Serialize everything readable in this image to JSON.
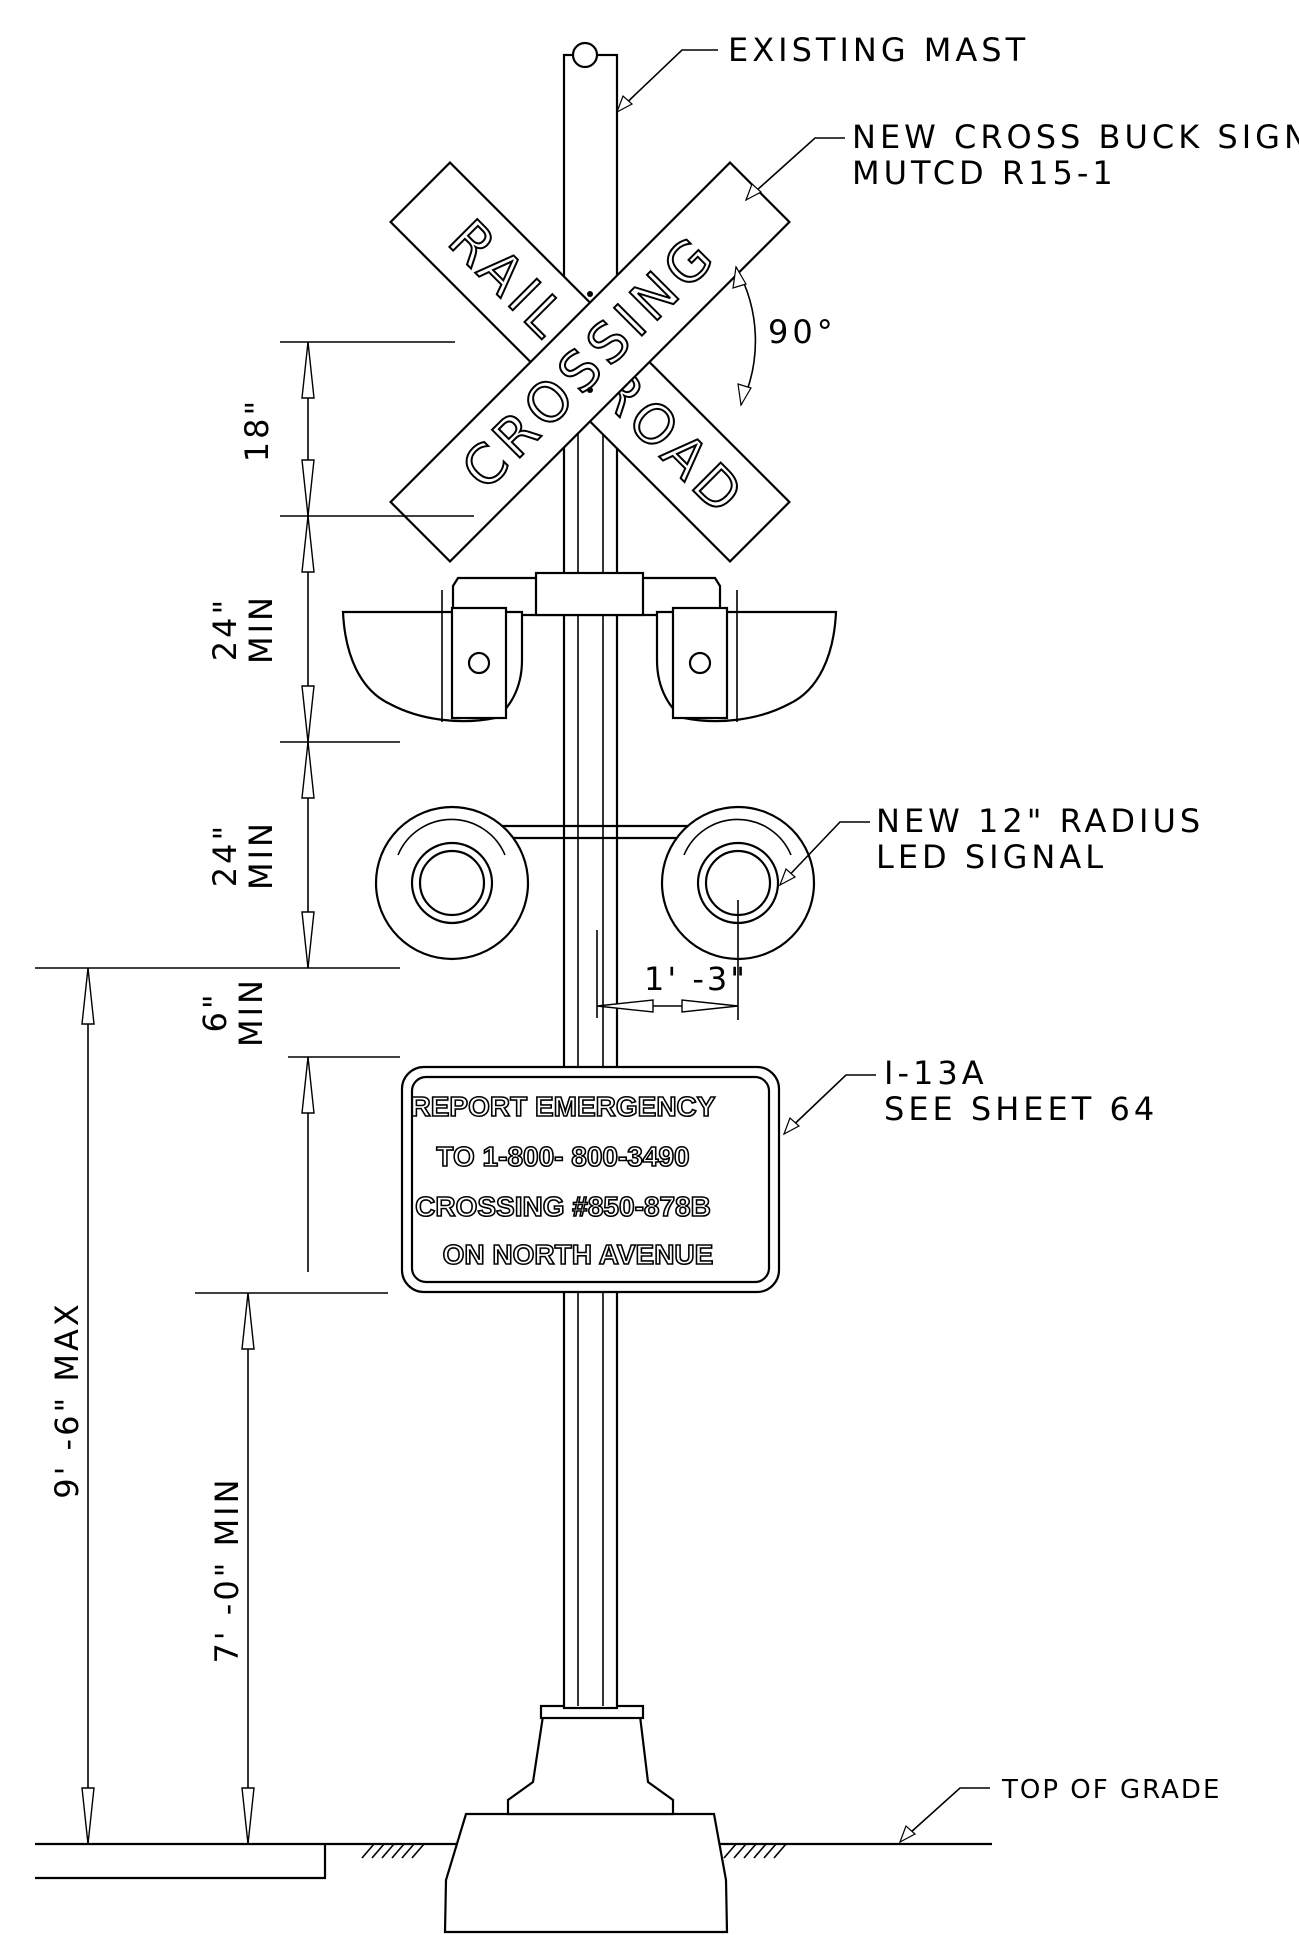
{
  "labels": {
    "existing_mast": "EXISTING MAST",
    "crossbuck_line1": "NEW CROSS BUCK SIGN",
    "crossbuck_line2": "MUTCD R15-1",
    "angle": "90°",
    "led_line1": "NEW 12\" RADIUS",
    "led_line2": "LED SIGNAL",
    "plaque_line1": "I-13A",
    "plaque_line2": "SEE SHEET 64",
    "top_of_grade": "TOP OF GRADE"
  },
  "crossbuck": {
    "rail": "RAIL",
    "road": "ROAD",
    "crossing": "CROSSING"
  },
  "plaque_text": [
    "REPORT EMERGENCY",
    "TO 1-800- 800-3490",
    "CROSSING #850-878B",
    "ON NORTH AVENUE"
  ],
  "dimensions": {
    "d18": "18\"",
    "d24a_top": "24\"",
    "d24a_bottom": "MIN",
    "d24b_top": "24\"",
    "d24b_bottom": "MIN",
    "d6_top": "6\"",
    "d6_bottom": "MIN",
    "offset": "1' -3\"",
    "max_height": "9' -6\" MAX",
    "min_height": "7' -0\" MIN"
  }
}
